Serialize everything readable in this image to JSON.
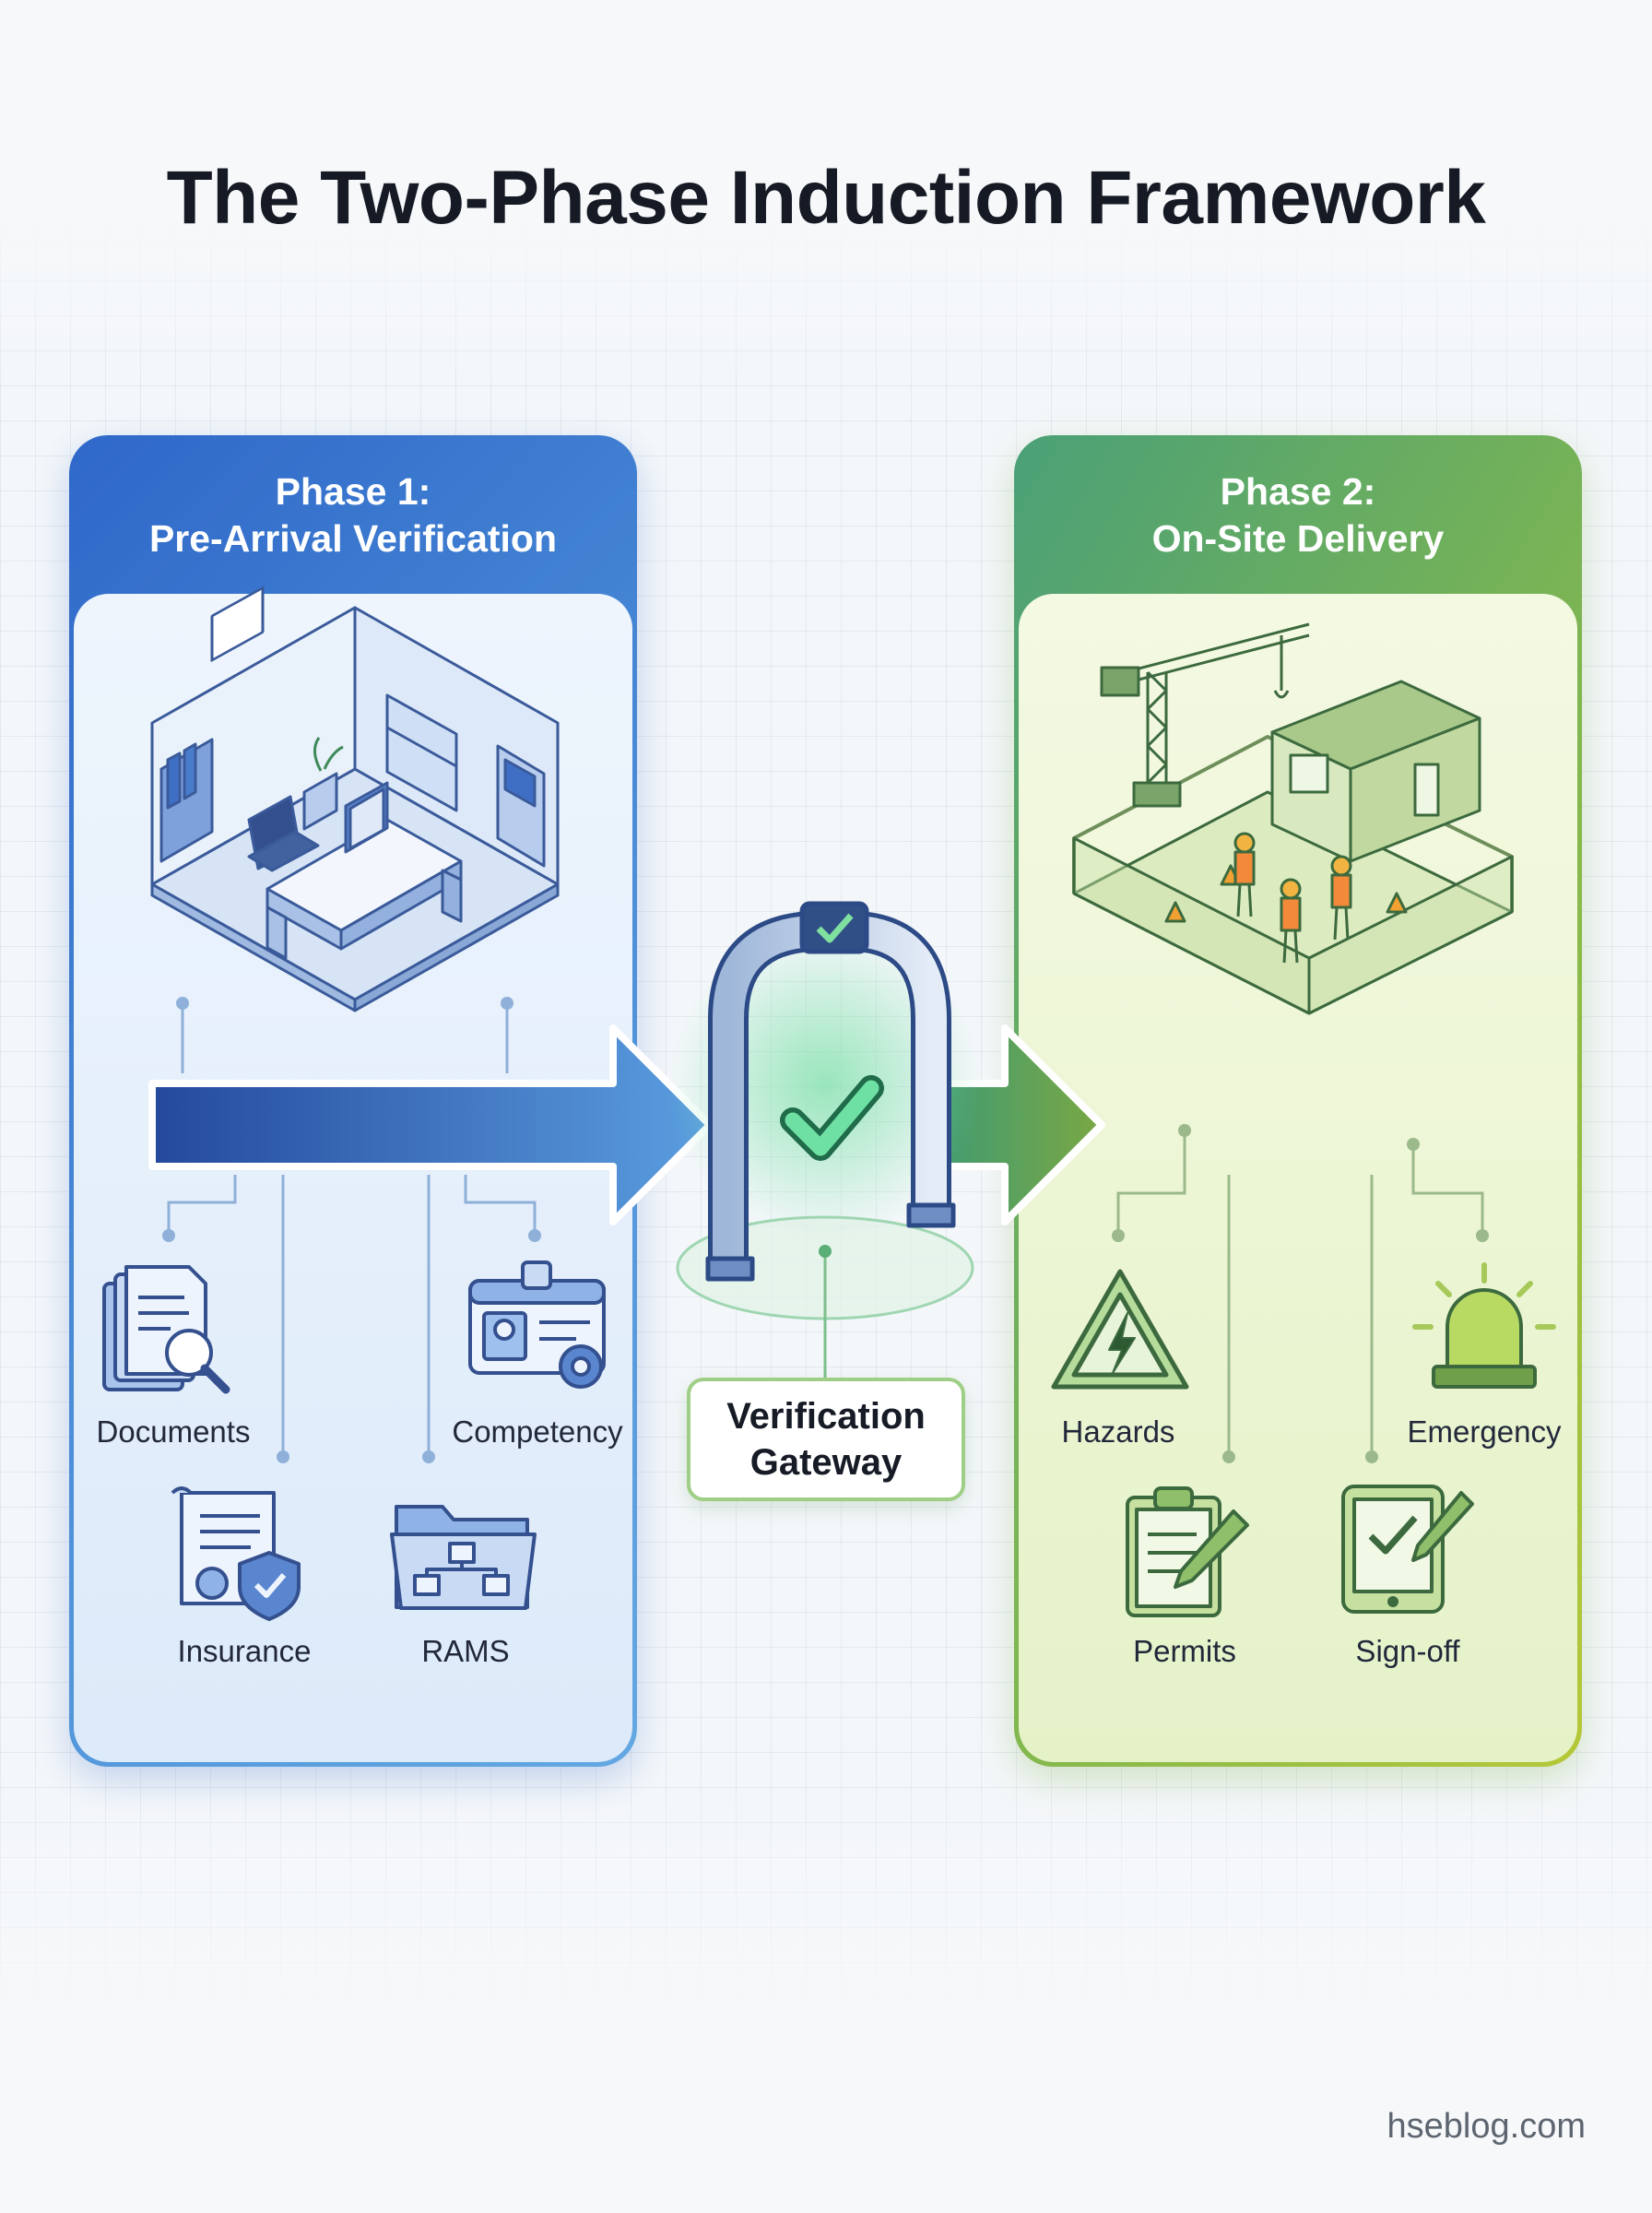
{
  "title": "The Two-Phase Induction Framework",
  "phase1": {
    "heading_line1": "Phase 1:",
    "heading_line2": "Pre-Arrival Verification",
    "items": [
      {
        "label": "Documents",
        "icon": "document-search-icon"
      },
      {
        "label": "Competency",
        "icon": "id-badge-gear-icon"
      },
      {
        "label": "Insurance",
        "icon": "certificate-shield-icon"
      },
      {
        "label": "RAMS",
        "icon": "folder-flowchart-icon"
      }
    ],
    "scene": "office-room-illustration",
    "color": "#3c7ad0"
  },
  "gateway": {
    "label_line1": "Verification",
    "label_line2": "Gateway",
    "icon": "security-gate-checkmark-icon",
    "color": "#5fd39a"
  },
  "phase2": {
    "heading_line1": "Phase 2:",
    "heading_line2": "On-Site Delivery",
    "items": [
      {
        "label": "Hazards",
        "icon": "hazard-warning-icon"
      },
      {
        "label": "Emergency",
        "icon": "emergency-beacon-icon"
      },
      {
        "label": "Permits",
        "icon": "clipboard-pen-icon"
      },
      {
        "label": "Sign-off",
        "icon": "tablet-check-icon"
      }
    ],
    "scene": "construction-site-illustration",
    "color": "#86b94c"
  },
  "footer": "hseblog.com"
}
